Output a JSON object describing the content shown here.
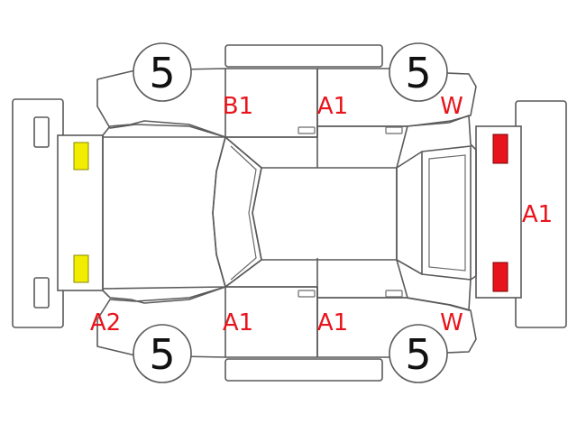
{
  "colors": {
    "damage_code": "#e8141c",
    "lamp_front": "#f2ec00",
    "lamp_rear": "#e8141c",
    "outline": "#5a5a5a"
  },
  "tires": {
    "front_left": "5",
    "rear_left": "5",
    "front_right": "5",
    "rear_right": "5"
  },
  "codes": {
    "left_rear_door": "B1",
    "left_rear_quarter": "A1",
    "left_rear_fender": "W",
    "rear_bumper": "A1",
    "front_bumper": "A2",
    "right_front_door": "A1",
    "right_rear_door": "A1",
    "right_rear_fender": "W"
  }
}
